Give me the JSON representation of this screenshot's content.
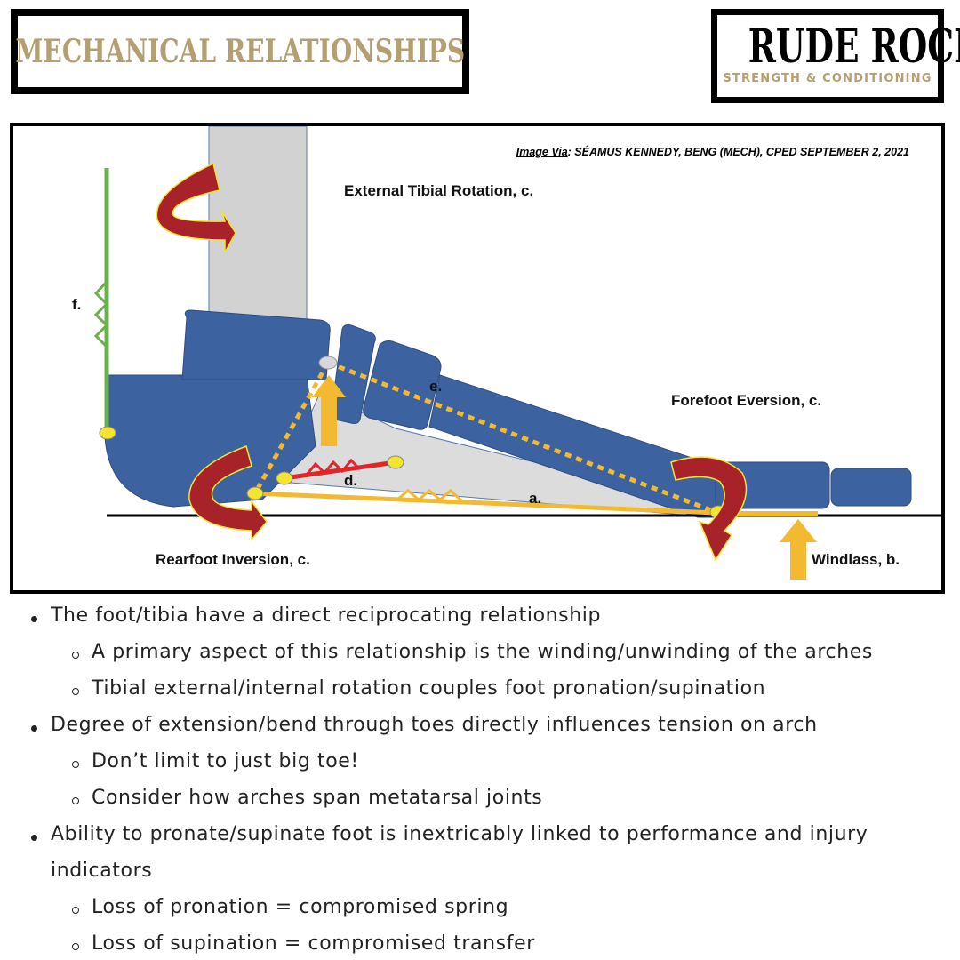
{
  "header": {
    "title": "MECHANICAL RELATIONSHIPS",
    "logo_main": "RUDE ROCK",
    "logo_sub": "STRENGTH & CONDITIONING",
    "brand_color": "#b49f72"
  },
  "figure": {
    "credit_label": "Image Via",
    "credit_text": ": SÉAMUS KENNEDY, BENG (MECH), CPED SEPTEMBER 2, 2021",
    "labels": {
      "external_tibial_rotation": "External Tibial Rotation,  c.",
      "forefoot_eversion": "Forefoot Eversion,  c.",
      "rearfoot_inversion": "Rearfoot Inversion,  c.",
      "windlass": "Windlass,  b.",
      "a": "a.",
      "d": "d.",
      "e": "e.",
      "f": "f."
    },
    "colors": {
      "bone": "#3d62a0",
      "tibia": "#d2d2d2",
      "arrow": "#a8222a",
      "arrow_dark": "#7a1e22",
      "yellow": "#f2b931",
      "red_line": "#e0262a",
      "green": "#6ab04c",
      "joint": "#f3e52f"
    }
  },
  "bullets": [
    {
      "level": 1,
      "text": "The foot/tibia have a direct reciprocating relationship"
    },
    {
      "level": 2,
      "text": "A primary aspect of this relationship is the winding/unwinding of the arches"
    },
    {
      "level": 2,
      "text": "Tibial external/internal rotation couples foot pronation/supination"
    },
    {
      "level": 1,
      "text": "Degree of extension/bend through toes directly influences tension on arch"
    },
    {
      "level": 2,
      "text": "Don’t limit to just big toe!"
    },
    {
      "level": 2,
      "text": "Consider how arches span metatarsal joints"
    },
    {
      "level": 1,
      "text": "Ability to pronate/supinate foot is inextricably linked to performance and injury"
    },
    {
      "level": 0,
      "text": "indicators"
    },
    {
      "level": 2,
      "text": "Loss of pronation = compromised spring"
    },
    {
      "level": 2,
      "text": "Loss of supination = compromised transfer"
    }
  ]
}
